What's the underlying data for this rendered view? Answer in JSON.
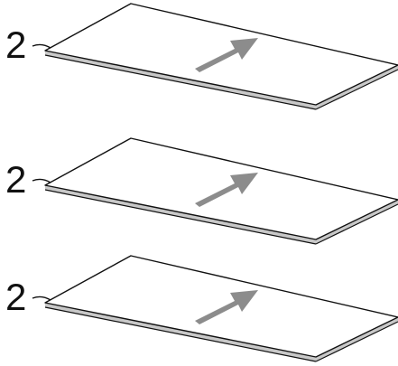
{
  "colors": {
    "sheet_fill": "#ffffff",
    "sheet_stroke": "#111111",
    "sheet_edge": "#c8c8c8",
    "arrow": "#8c8c8c",
    "background": "#ffffff"
  },
  "sheets": [
    {
      "label": "2",
      "arrow_icon": "arrow-up-right"
    },
    {
      "label": "2",
      "arrow_icon": "arrow-up-right"
    },
    {
      "label": "2",
      "arrow_icon": "arrow-up-right"
    }
  ]
}
